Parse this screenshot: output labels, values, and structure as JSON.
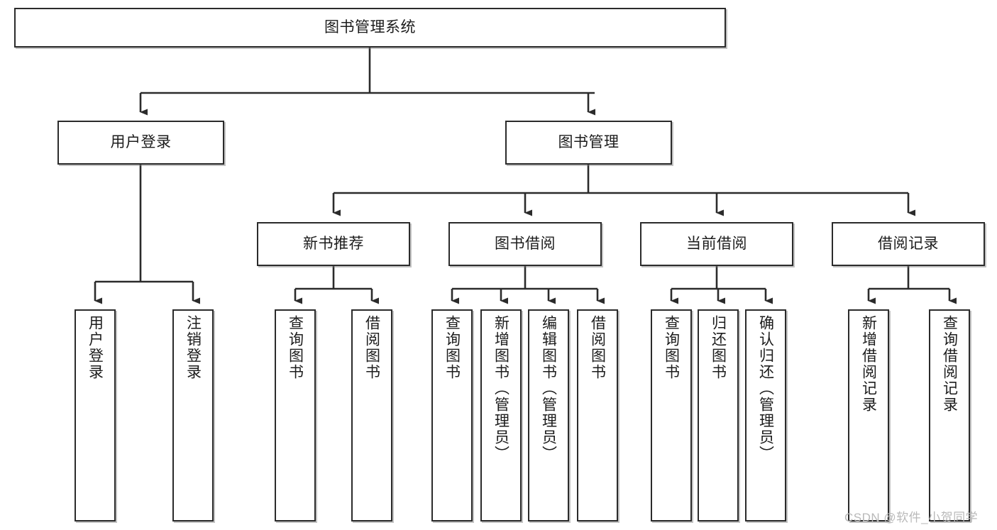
{
  "diagram": {
    "title": "图书管理系统",
    "type": "hierarchy-tree",
    "stroke_color": "#2b2b2b",
    "fill_color": "#ffffff",
    "text_color": "#1c1c1c",
    "nodes": {
      "root": {
        "label": "图书管理系统"
      },
      "level1": [
        {
          "label": "用户登录"
        },
        {
          "label": "图书管理"
        }
      ],
      "level2": [
        {
          "label": "新书推荐"
        },
        {
          "label": "图书借阅"
        },
        {
          "label": "当前借阅"
        },
        {
          "label": "借阅记录"
        }
      ],
      "leaves_user_login": [
        {
          "label": "用户登录"
        },
        {
          "label": "注销登录"
        }
      ],
      "leaves_new_books": [
        {
          "label": "查询图书"
        },
        {
          "label": "借阅图书"
        }
      ],
      "leaves_borrow": [
        {
          "label": "查询图书"
        },
        {
          "label": "新增图书（管理员）"
        },
        {
          "label": "编辑图书（管理员）"
        },
        {
          "label": "借阅图书"
        }
      ],
      "leaves_current": [
        {
          "label": "查询图书"
        },
        {
          "label": "归还图书"
        },
        {
          "label": "确认归还（管理员）"
        }
      ],
      "leaves_records": [
        {
          "label": "新增借阅记录"
        },
        {
          "label": "查询借阅记录"
        }
      ]
    },
    "watermark": "CSDN @软件_小贺同学"
  }
}
